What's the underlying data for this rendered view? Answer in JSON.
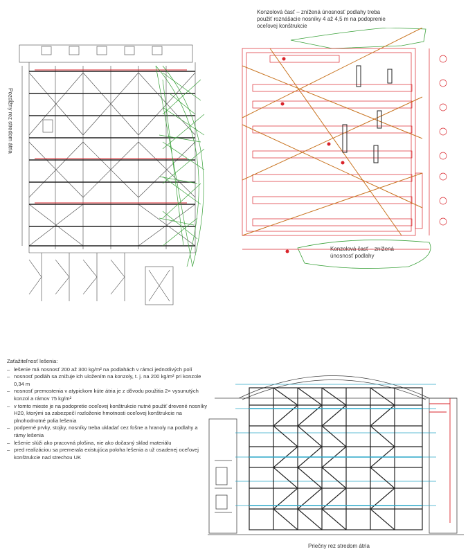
{
  "longitudinal": {
    "title": "Pozdĺžny rez stredom átria"
  },
  "plan": {
    "top_note": "Konzolová časť – znížená únosnosť podlahy treba použiť roznášacie nosníky 4 až 4,5 m na podoprenie oceľovej konštrukcie",
    "bottom_note": "Konzolová časť – znížená únosnosť podlahy"
  },
  "notes": {
    "heading": "Zaťažiteľnosť lešenia:",
    "items": [
      "lešenie má nosnosť 200 až 300 kg/m² na podlahách v rámci jednotlivých polí",
      "nosnosť podláh sa znižuje ich uložením na konzoly, t. j. na 200 kg/m² pri konzole 0,34 m",
      "nosnosť premostenia v atypickom kúte átria je z dôvodu použitia 2× vysunutých konzol a rámov 75 kg/m²",
      "v tomto mieste je na podopretie oceľovej konštrukcie nutné použiť drevené nosníky H20, ktorými sa zabezpečí rozloženie hmotnosti oceľovej konštrukcie na plnohodnotné polia lešenia",
      "podperné prvky, stojky, nosníky treba ukladať cez fošne a hranoly na podlahy a rámy lešenia",
      "lešenie slúži ako pracovná plošina, nie ako dočasný sklad materiálu",
      "pred realizáciou sa premerala existujúca poloha lešenia a už osadenej oceľovej konštrukcie nad strechou UK"
    ]
  },
  "cross_section": {
    "title": "Priečny rez stredom átria"
  },
  "colors": {
    "line": "#333333",
    "red": "#d9232a",
    "green": "#3aa13a",
    "blue": "#2aa7c9",
    "orange": "#c8731f"
  }
}
